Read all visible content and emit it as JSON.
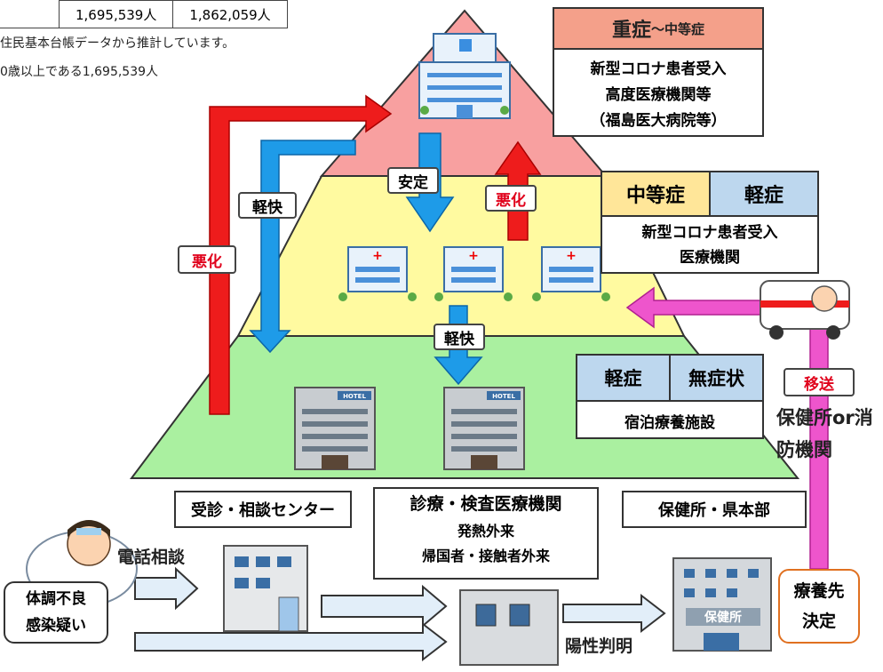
{
  "table": {
    "cells": [
      "1,695,539人",
      "1,862,059人"
    ]
  },
  "notes": [
    "住民基本台帳データから推計しています。",
    "0歳以上である1,695,539人"
  ],
  "top_box": {
    "header_main": "重症",
    "header_sub": "〜中等症",
    "lines": [
      "新型コロナ患者受入",
      "高度医療機関等",
      "（福島医大病院等）"
    ],
    "header_color": "#f4a08a"
  },
  "mid_box": {
    "header_left": "中等症",
    "header_right": "軽症",
    "lines": [
      "新型コロナ患者受入",
      "医療機関"
    ],
    "header_left_color": "#ffe699",
    "header_right_color": "#bdd7ee"
  },
  "low_box": {
    "header_left": "軽症",
    "header_right": "無症状",
    "line": "宿泊療養施設",
    "header_color": "#bdd7ee"
  },
  "arrow_labels": {
    "stable": "安定",
    "worsen_center": "悪化",
    "recover_left": "軽快",
    "worsen_left": "悪化",
    "recover_center": "軽快",
    "transfer": "移送"
  },
  "transfer_agent": "保健所or消防機関",
  "bottom": {
    "consult_center": "受診・相談センター",
    "clinic_title": "診療・検査医療機関",
    "clinic_sub1": "発熱外来",
    "clinic_sub2": "帰国者・接触者外来",
    "health_hq": "保健所・県本部",
    "phone_consult": "電話相談",
    "patient": "体調不良\n感染疑い",
    "positive": "陽性判明",
    "destination": "療養先\n決定",
    "hotel_sign": "HOTEL",
    "health_center_sign": "保健所"
  },
  "colors": {
    "tier_top": "#f8a0a0",
    "tier_mid": "#fffaa0",
    "tier_low": "#aaf0a0",
    "arrow_red": "#ee1c1c",
    "arrow_blue": "#1e9be8",
    "arrow_magenta": "#ee55cc"
  }
}
